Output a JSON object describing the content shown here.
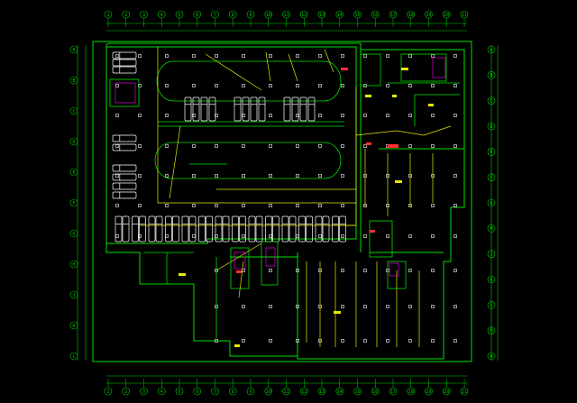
{
  "drawing": {
    "top_axes": [
      "1",
      "2",
      "3",
      "4",
      "5",
      "6",
      "7",
      "8",
      "9",
      "10",
      "11",
      "12",
      "13",
      "14",
      "15",
      "16",
      "17",
      "18",
      "19",
      "20",
      "21"
    ],
    "bottom_axes": [
      "1",
      "2",
      "3",
      "4",
      "5",
      "6",
      "7",
      "8",
      "9",
      "10",
      "11",
      "12",
      "13",
      "14",
      "15",
      "16",
      "17",
      "18",
      "19",
      "20",
      "21"
    ],
    "left_axes": [
      "A",
      "B",
      "C",
      "D",
      "E",
      "F",
      "G",
      "H",
      "J",
      "K",
      "L"
    ],
    "right_axes": [
      "A",
      "B",
      "C",
      "D",
      "E",
      "F",
      "G",
      "H",
      "J",
      "K",
      "L",
      "M",
      "N"
    ],
    "colors": {
      "background": "#000000",
      "walls": "#00e000",
      "wiring": "#e8e800",
      "cars": "#ffffff",
      "equipment": "#ff3030",
      "dimensions": "#00d000",
      "stairs": "#ff00ff"
    },
    "icons": [
      "car-icon",
      "stair-icon",
      "column-icon",
      "axis-bubble-icon"
    ]
  }
}
